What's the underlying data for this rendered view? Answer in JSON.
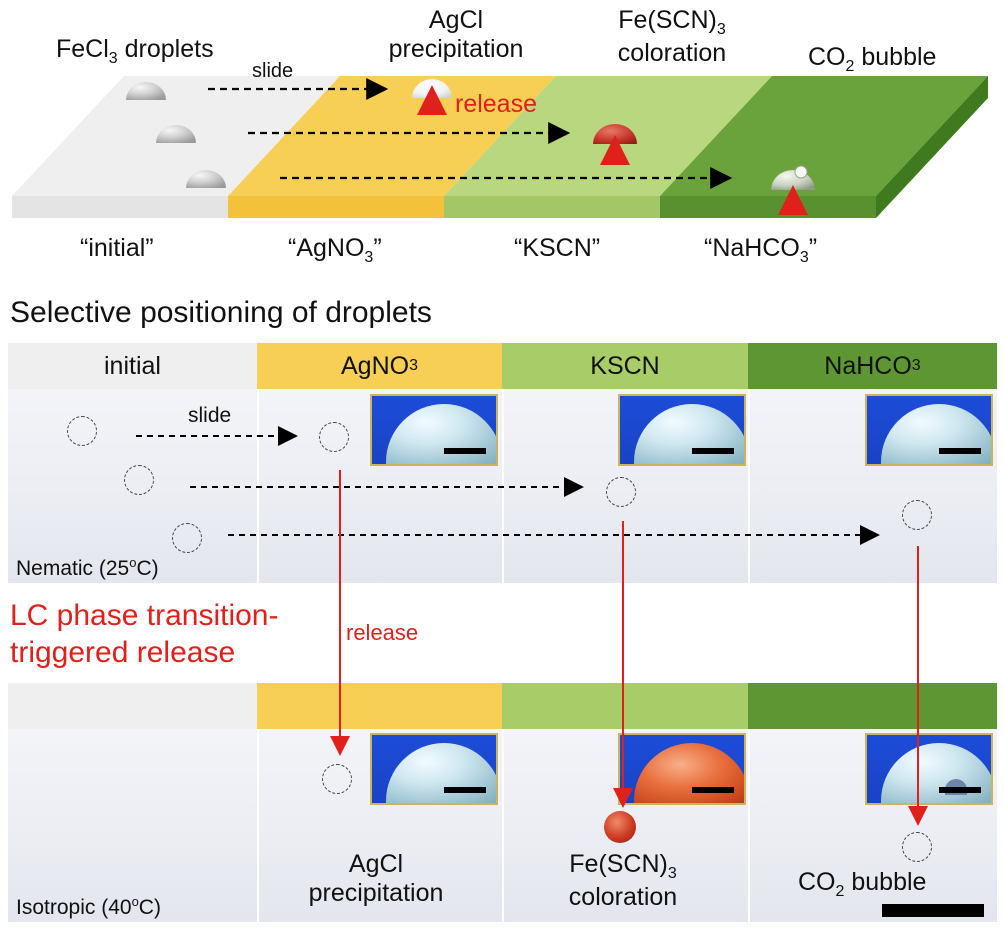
{
  "schematic": {
    "fecl3_droplets": "FeCl",
    "fecl3_sub": "3",
    "fecl3_suffix": " droplets",
    "slide": "slide",
    "release": "release",
    "agcl_line1": "AgCl",
    "agcl_line2": "precipitation",
    "fescn_line1": "Fe(SCN)",
    "fescn_sub": "3",
    "fescn_line2": "coloration",
    "co2_prefix": "CO",
    "co2_sub": "2",
    "co2_suffix": " bubble",
    "zone_initial": "“initial”",
    "zone_agno3": "“AgNO",
    "zone_agno3_sub": "3",
    "zone_agno3_end": "”",
    "zone_kscn": "“KSCN”",
    "zone_nahco3": "“NaHCO",
    "zone_nahco3_sub": "3",
    "zone_nahco3_end": "”"
  },
  "section_title": "Selective positioning of droplets",
  "bands": {
    "initial": "initial",
    "agno3": "AgNO",
    "agno3_sub": "3",
    "kscn": "KSCN",
    "nahco3": "NaHCO",
    "nahco3_sub": "3"
  },
  "top_row": {
    "slide": "slide",
    "condition": "Nematic (25",
    "condition_sup": "o",
    "condition_end": "C)"
  },
  "middle": {
    "lc_line1": "LC phase transition-",
    "lc_line2": "triggered release",
    "release": "release"
  },
  "bottom_row": {
    "condition": "Isotropic (40",
    "condition_sup": "o",
    "condition_end": "C)",
    "agcl_line1": "AgCl",
    "agcl_line2": "precipitation",
    "fescn_line1": "Fe(SCN)",
    "fescn_sub": "3",
    "fescn_line2": "coloration",
    "co2_prefix": "CO",
    "co2_sub": "2",
    "co2_suffix": " bubble"
  },
  "colors": {
    "initial": "#efefef",
    "agno3": "#f7cf55",
    "kscn": "#a8cc67",
    "nahco3": "#5f9634",
    "arrow_red": "#e0201b"
  }
}
